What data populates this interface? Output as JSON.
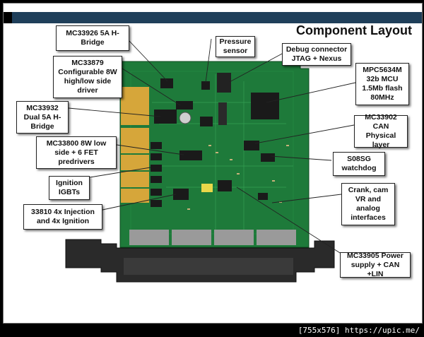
{
  "title": "Component Layout",
  "watermark": "[755x576] https://upic.me/",
  "callouts": [
    {
      "id": "mc33926",
      "text": "MC33926 5A H-Bridge"
    },
    {
      "id": "pressure",
      "text": "Pressure sensor"
    },
    {
      "id": "debug",
      "text": "Debug connector JTAG + Nexus"
    },
    {
      "id": "mc33879",
      "text": "MC33879 Configurable 8W high/low side driver"
    },
    {
      "id": "mpc5634m",
      "text": "MPC5634M 32b MCU 1.5Mb flash 80MHz"
    },
    {
      "id": "mc33932",
      "text": "MC33932 Dual 5A H-Bridge"
    },
    {
      "id": "mc33902",
      "text": "MC33902 CAN Physical layer"
    },
    {
      "id": "mc33800",
      "text": "MC33800 8W low side + 6 FET predrivers"
    },
    {
      "id": "s08sg",
      "text": "S08SG watchdog"
    },
    {
      "id": "ignition",
      "text": "Ignition IGBTs"
    },
    {
      "id": "crank",
      "text": "Crank, cam VR and analog interfaces"
    },
    {
      "id": "inj",
      "text": "33810 4x Injection and 4x Ignition"
    },
    {
      "id": "mc33905",
      "text": "MC33905 Power supply + CAN +LIN"
    }
  ],
  "colors": {
    "pcb": "#1e7a3a",
    "pcb_dark": "#145a2a",
    "gold": "#d6a63a",
    "connector": "#2a2a2a",
    "bar": "#1f3f5a"
  }
}
